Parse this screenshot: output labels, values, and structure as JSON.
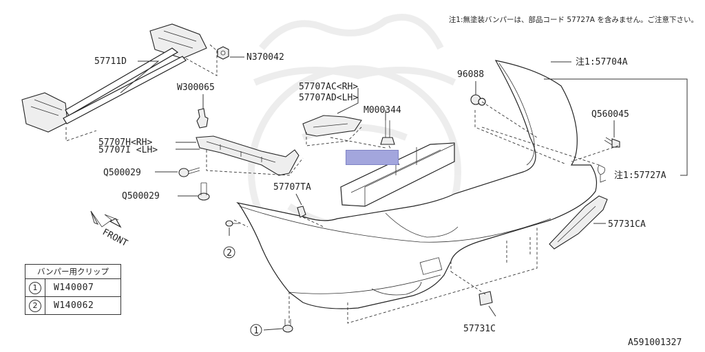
{
  "header_note": "注1:無塗装バンパーは、部品コード 57727A を含みません。ご注意下さい。",
  "diagram_id": "A591001327",
  "front_label": "FRONT",
  "parts": {
    "p57711D": "57711D",
    "pN370042": "N370042",
    "pW300065": "W300065",
    "p57707AC": "57707AC<RH>",
    "p57707AD": "57707AD<LH>",
    "pM000344": "M000344",
    "p96088": "96088",
    "p57704A": "注1:57704A",
    "pQ560045": "Q560045",
    "p57727A": "注1:57727A",
    "p57707H": "57707H<RH>",
    "p57707I": "57707I <LH>",
    "pQ500029a": "Q500029",
    "pQ500029b": "Q500029",
    "p57707TA": "57707TA",
    "p57731CA": "57731CA",
    "p57731C": "57731C"
  },
  "callouts": {
    "c1": "1",
    "c2": "2"
  },
  "clip_table": {
    "title": "バンパー用クリップ",
    "rows": [
      {
        "num": "1",
        "code": "W140007"
      },
      {
        "num": "2",
        "code": "W140062"
      }
    ]
  },
  "highlight_color": "#a3a6dd"
}
